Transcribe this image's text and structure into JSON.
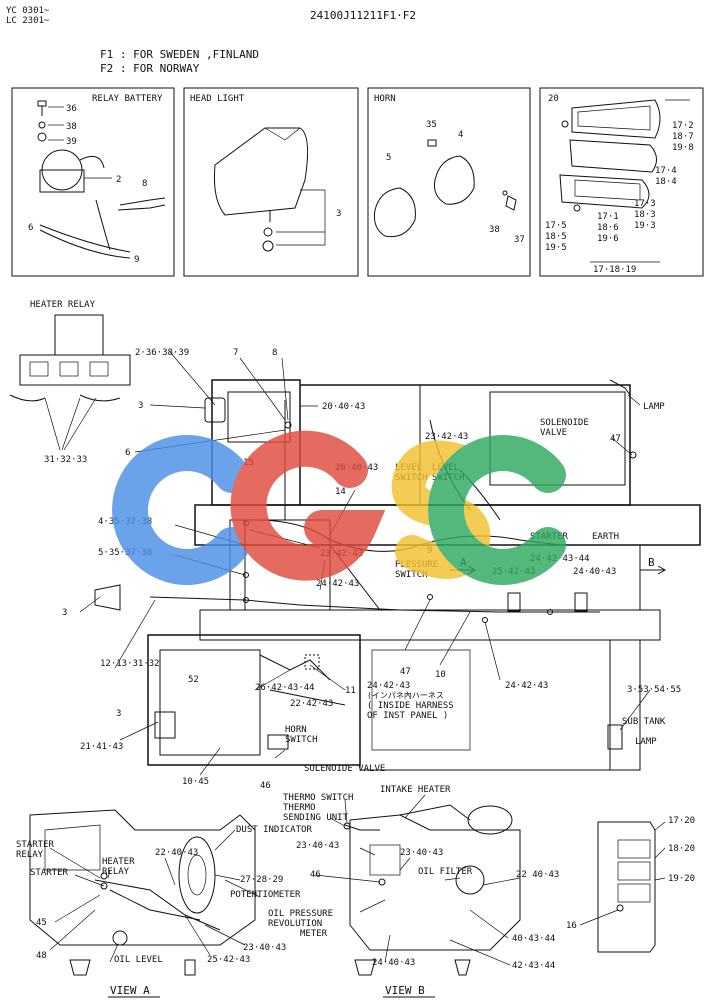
{
  "header": {
    "model_line_1": "YC 0301~",
    "model_line_2": "LC 2301~",
    "part_number": "24100J11211F1·F2",
    "note_f1": "F1 : FOR SWEDEN ,FINLAND",
    "note_f2": "F2 : FOR NORWAY"
  },
  "watermark": {
    "letters": [
      "C",
      "G",
      "S",
      "C"
    ],
    "colors": [
      "#4a8fe6",
      "#e04a3c",
      "#f2c230",
      "#2fa860"
    ]
  },
  "panels": {
    "relay_battery": {
      "title": "RELAY BATTERY",
      "callouts": [
        "36",
        "38",
        "39",
        "2",
        "8",
        "6",
        "9"
      ]
    },
    "head_light": {
      "title": "HEAD LIGHT",
      "callouts": [
        "3"
      ]
    },
    "horn": {
      "title": "HORN",
      "callouts": [
        "35",
        "4",
        "5",
        "38",
        "37"
      ]
    },
    "lamp_detail": {
      "callouts": [
        "20",
        "17·2",
        "18·7",
        "19·8",
        "17·4",
        "18·4",
        "17·5",
        "18·5",
        "19·5",
        "17·1",
        "18·6",
        "19·6",
        "17·3",
        "18·3",
        "19·3",
        "17·18·19"
      ]
    }
  },
  "heater_relay": {
    "title": "HEATER RELAY",
    "callouts": [
      "31·32·33"
    ]
  },
  "main_labels": {
    "c_2_36_38_39": "2·36·38·39",
    "c_7": "7",
    "c_8": "8",
    "c_3_top": "3",
    "c_20_40_43": "20·40·43",
    "lamp_top": "LAMP",
    "solenoide_valve_1": "SOLENOIDE",
    "solenoide_valve_2": "VALVE",
    "c_47_right": "47",
    "c_6": "6",
    "c_15": "15",
    "c_23_42_43_top": "23·42·43",
    "level_switch_a1": "LEVEL",
    "level_switch_a2": "SWITCH",
    "level_switch_b1": "LEVEL",
    "level_switch_b2": "SWITCH",
    "c_26_40_43": "26·40·43",
    "c_14": "14",
    "starter": "STARTER",
    "earth": "EARTH",
    "c_4_35_37_38": "4·35·37·38",
    "c_23_42_43_mid": "23·42·43",
    "c_9": "9",
    "pressure_switch_1": "PLESSURE",
    "pressure_switch_2": "SWITCH",
    "arrow_a": "A",
    "arrow_b": "B",
    "c_24_42_43_44": "24·42·43·44",
    "c_5_35_37_38": "5·35·37·38",
    "c_25_42_43": "25·42·43",
    "c_24_40_43": "24·40·43",
    "c_24_42_43_a": "24·42·43",
    "c_3_left": "3",
    "c_12_13_31_32": "12·13·31·32",
    "c_47_bottom": "47",
    "c_10": "10",
    "c_24_42_43_b": "24·42·43",
    "harness_jp": "(インパネ內ハーネス",
    "harness_1": "( INSIDE HARNESS",
    "harness_2": "OF INST PANEL )",
    "c_24_42_43_c": "24·42·43",
    "c_52": "52",
    "c_26_42_43_44": "26·42·43·44",
    "c_11": "11",
    "c_22_42_43": "22·42·43",
    "c_3_53_54_55": "3·53·54·55",
    "sub_tank": "SUB TANK",
    "lamp_bottom": "LAMP",
    "c_3_cab": "3",
    "c_21_41_43": "21·41·43",
    "horn_switch_1": "HORN",
    "horn_switch_2": "SWITCH",
    "c_10_45": "10·45",
    "c_46": "46",
    "solenoide_valve_bottom": "SOLENOIDE VALVE"
  },
  "view_a": {
    "title": "VIEW A",
    "labels": [
      "STARTER",
      "RELAY",
      "HEATER",
      "RELAY",
      "STARTER",
      "22·40·43",
      "DUST INDICATOR",
      "27·28·29",
      "POTENTIOMETER",
      "45",
      "48",
      "OIL LEVEL",
      "25·42·43",
      "23·40·43"
    ]
  },
  "view_b": {
    "title": "VIEW B",
    "labels": [
      "THERMO SWITCH",
      "THERMO",
      "SENDING UNIT",
      "INTAKE HEATER",
      "23·40·43",
      "23·40·43",
      "46",
      "OIL FILTER",
      "22 40·43",
      "OIL PRESSURE",
      "REVOLUTION",
      "METER",
      "40·43·44",
      "24·40·43",
      "42·43·44"
    ]
  },
  "side_detail": {
    "callouts": [
      "17·20",
      "18·20",
      "19·20",
      "16"
    ]
  }
}
